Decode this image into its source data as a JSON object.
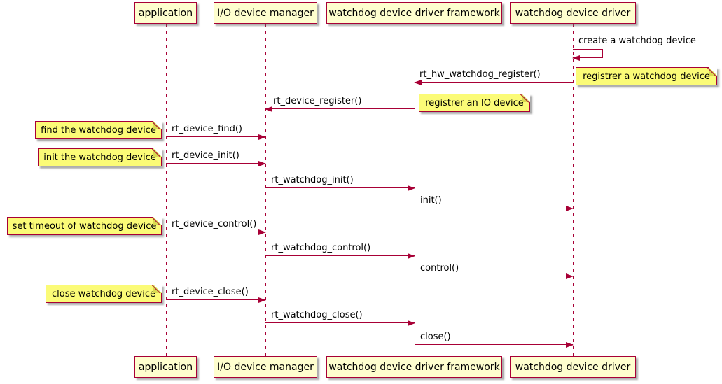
{
  "colors": {
    "accent": "#A80036",
    "participant_fill": "#FEFECE",
    "note_fill": "#FBFB77",
    "background": "#FFFFFF",
    "text": "#000000",
    "shadow": "#696969"
  },
  "participants": [
    {
      "label": "application"
    },
    {
      "label": "I/O device manager"
    },
    {
      "label": "watchdog device driver framework"
    },
    {
      "label": "watchdog device driver"
    }
  ],
  "messages": [
    {
      "label": "create a watchdog device",
      "from": "watchdog device driver",
      "to": "watchdog device driver",
      "kind": "self"
    },
    {
      "label": "rt_hw_watchdog_register()",
      "from": "watchdog device driver",
      "to": "watchdog device driver framework",
      "kind": "left"
    },
    {
      "label": "rt_device_register()",
      "from": "watchdog device driver framework",
      "to": "I/O device manager",
      "kind": "left"
    },
    {
      "label": "rt_device_find()",
      "from": "application",
      "to": "I/O device manager",
      "kind": "right"
    },
    {
      "label": "rt_device_init()",
      "from": "application",
      "to": "I/O device manager",
      "kind": "right"
    },
    {
      "label": "rt_watchdog_init()",
      "from": "I/O device manager",
      "to": "watchdog device driver framework",
      "kind": "right"
    },
    {
      "label": "init()",
      "from": "watchdog device driver framework",
      "to": "watchdog device driver",
      "kind": "right"
    },
    {
      "label": "rt_device_control()",
      "from": "application",
      "to": "I/O device manager",
      "kind": "right"
    },
    {
      "label": "rt_watchdog_control()",
      "from": "I/O device manager",
      "to": "watchdog device driver framework",
      "kind": "right"
    },
    {
      "label": "control()",
      "from": "watchdog device driver framework",
      "to": "watchdog device driver",
      "kind": "right"
    },
    {
      "label": "rt_device_close()",
      "from": "application",
      "to": "I/O device manager",
      "kind": "right"
    },
    {
      "label": "rt_watchdog_close()",
      "from": "I/O device manager",
      "to": "watchdog device driver framework",
      "kind": "right"
    },
    {
      "label": "close()",
      "from": "watchdog device driver framework",
      "to": "watchdog device driver",
      "kind": "right"
    }
  ],
  "notes": [
    {
      "label": "registrer a watchdog device",
      "attached_to": "watchdog device driver"
    },
    {
      "label": "registrer an IO device",
      "attached_to": "watchdog device driver framework"
    },
    {
      "label": "find the watchdog device",
      "attached_to": "application"
    },
    {
      "label": "init the watchdog device",
      "attached_to": "application"
    },
    {
      "label": "set timeout of watchdog device",
      "attached_to": "application"
    },
    {
      "label": "close watchdog device",
      "attached_to": "application"
    }
  ]
}
